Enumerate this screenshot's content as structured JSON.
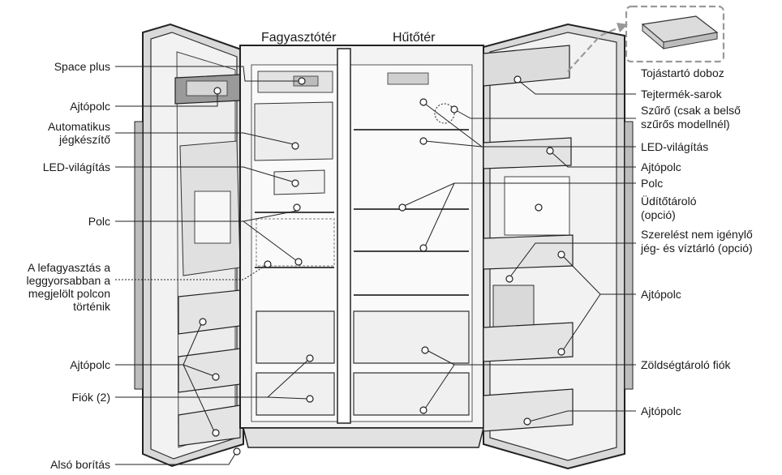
{
  "sections": {
    "freezer": "Fagyasztótér",
    "fridge": "Hűtőtér"
  },
  "labels_left": {
    "space_plus": "Space plus",
    "door_shelf_top": "Ajtópolc",
    "ice_maker_1": "Automatikus",
    "ice_maker_2": "jégkészítő",
    "led_light": "LED-világítás",
    "shelf": "Polc",
    "fast_freeze_1": "A lefagyasztás a",
    "fast_freeze_2": "leggyorsabban a",
    "fast_freeze_3": "megjelölt polcon",
    "fast_freeze_4": "történik",
    "door_shelf_bottom": "Ajtópolc",
    "drawer": "Fiók (2)",
    "lower_cover": "Alsó borítás"
  },
  "labels_right": {
    "egg_box": "Tojástartó doboz",
    "dairy_corner": "Tejtermék-sarok",
    "filter_1": "Szűrő (csak a belső",
    "filter_2": "szűrős modellnél)",
    "led_light": "LED-világítás",
    "door_shelf_1": "Ajtópolc",
    "shelf": "Polc",
    "drink_storage_1": "Üdítőtároló",
    "drink_storage_2": "(opció)",
    "water_dispenser_1": "Szerelést nem igénylő",
    "water_dispenser_2": "jég- és víztárló (opció)",
    "door_shelf_2": "Ajtópolc",
    "vegetable_drawer": "Zöldségtároló fiók",
    "door_shelf_3": "Ajtópolc"
  },
  "colors": {
    "outline": "#222222",
    "body_gray": "#e6e6e6",
    "dark_gray": "#8a8a8a",
    "dashed": "#999999"
  }
}
